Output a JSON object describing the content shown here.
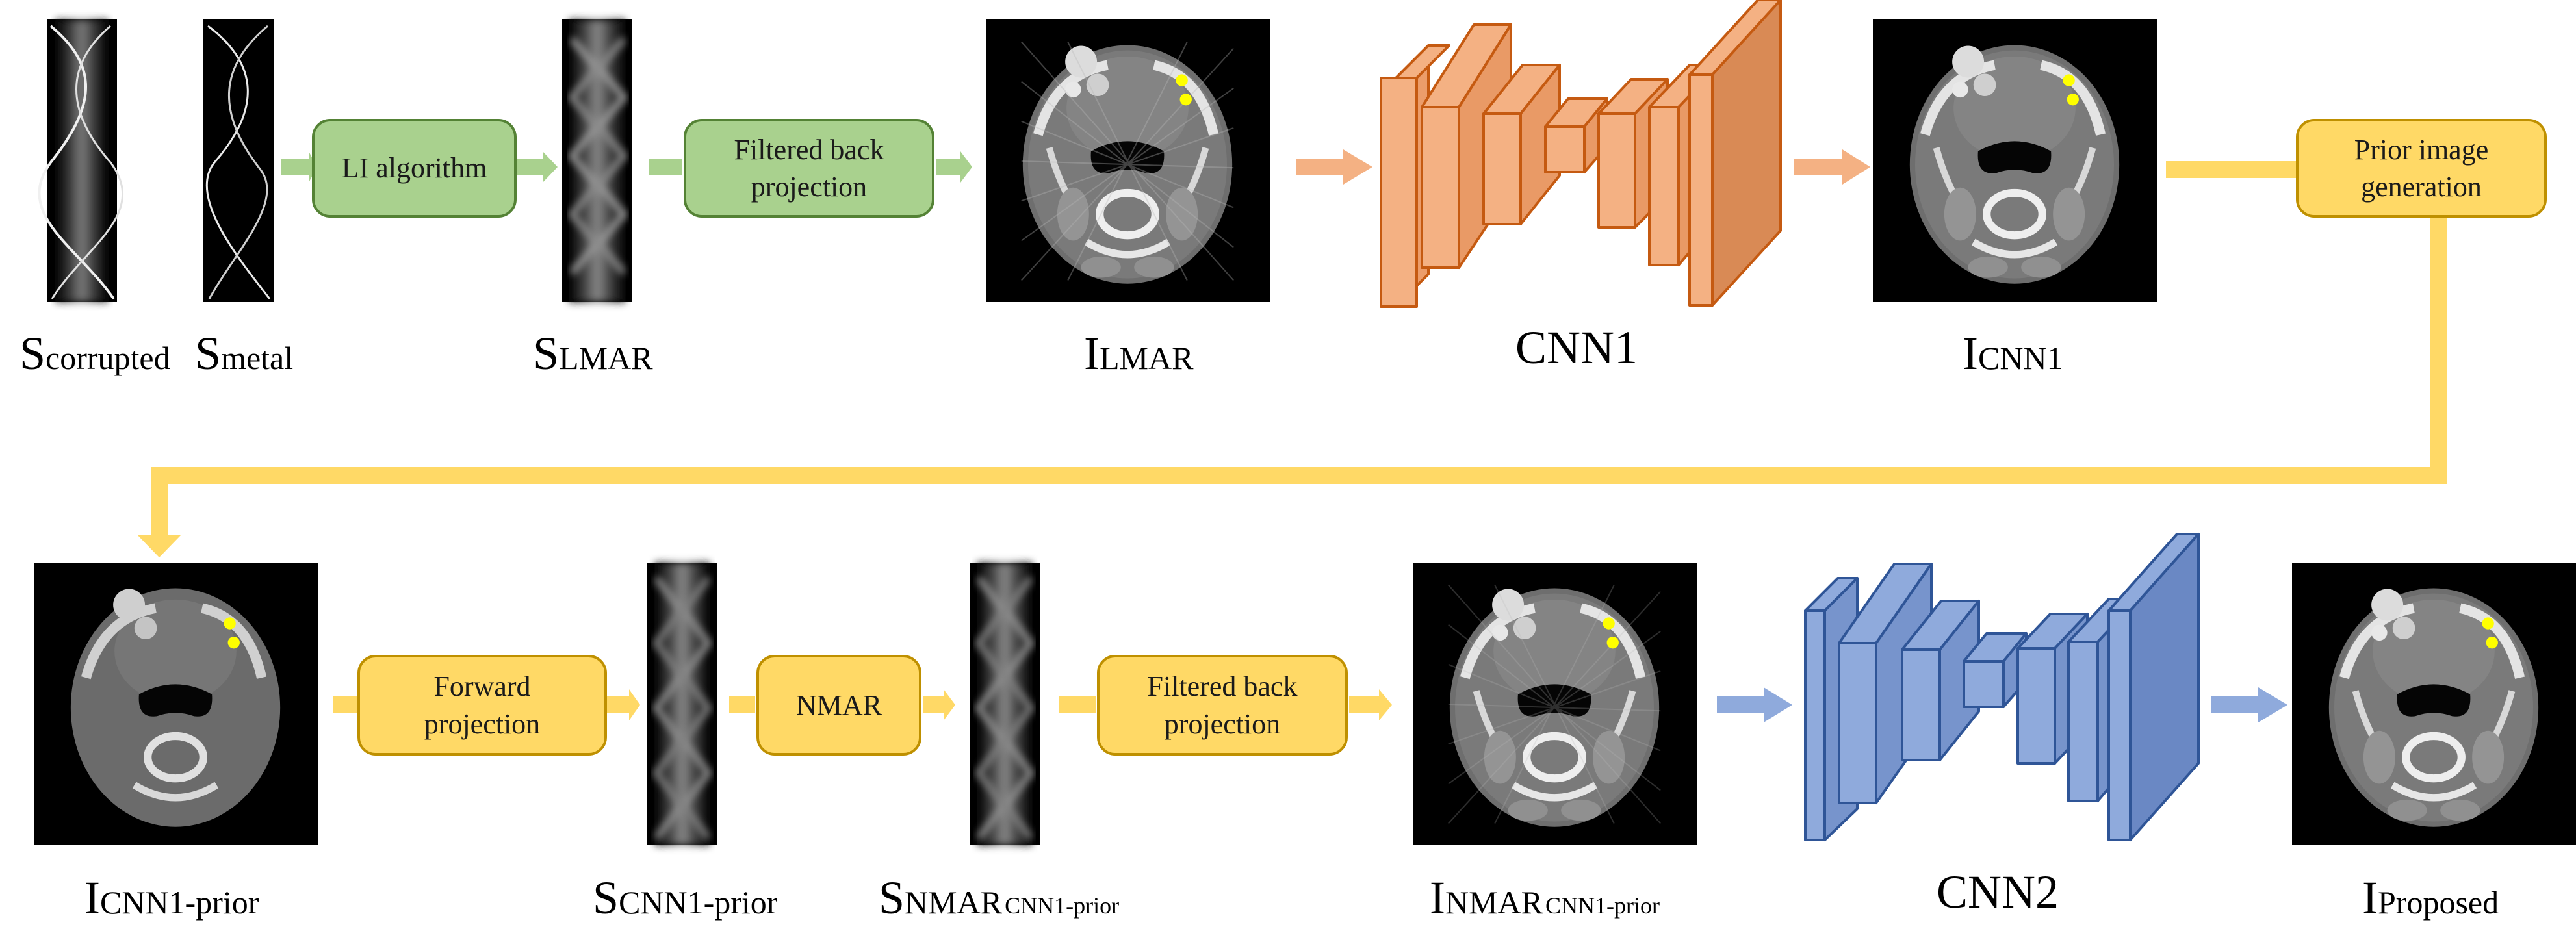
{
  "row1": {
    "sinograms": {
      "corrupted": {
        "main": "S",
        "sub": "corrupted"
      },
      "metal": {
        "main": "S",
        "sub": "metal"
      },
      "lmar": {
        "main": "S",
        "sub": "LMAR"
      }
    },
    "images": {
      "lmar": {
        "main": "I",
        "sub": "LMAR"
      },
      "cnn1": {
        "main": "I",
        "sub": "CNN1"
      }
    },
    "boxes": {
      "li": "LI algorithm",
      "fbp": "Filtered back\nprojection",
      "prior": "Prior image\ngeneration"
    },
    "cnn_label": "CNN1"
  },
  "row2": {
    "images": {
      "cnn1_prior": {
        "main": "I",
        "sub": "CNN1-prior"
      },
      "nmar": {
        "main": "I",
        "sub": "NMAR",
        "sub2": "CNN1-prior"
      },
      "proposed": {
        "main": "I",
        "sub": "Proposed"
      }
    },
    "sinograms": {
      "cnn1_prior": {
        "main": "S",
        "sub": "CNN1-prior"
      },
      "nmar": {
        "main": "S",
        "sub": "NMAR",
        "sub2": "CNN1-prior"
      }
    },
    "boxes": {
      "fp": "Forward\nprojection",
      "nmar": "NMAR",
      "fbp": "Filtered back\nprojection"
    },
    "cnn_label": "CNN2"
  },
  "colors": {
    "green_fill": "#a9d18e",
    "green_border": "#548235",
    "yellow_fill": "#ffd966",
    "yellow_border": "#bf9000",
    "orange_fill": "#f4b183",
    "orange_border": "#c55a11",
    "blue_fill": "#8faadc",
    "blue_border": "#2f5597",
    "metal": "#ffff00"
  }
}
